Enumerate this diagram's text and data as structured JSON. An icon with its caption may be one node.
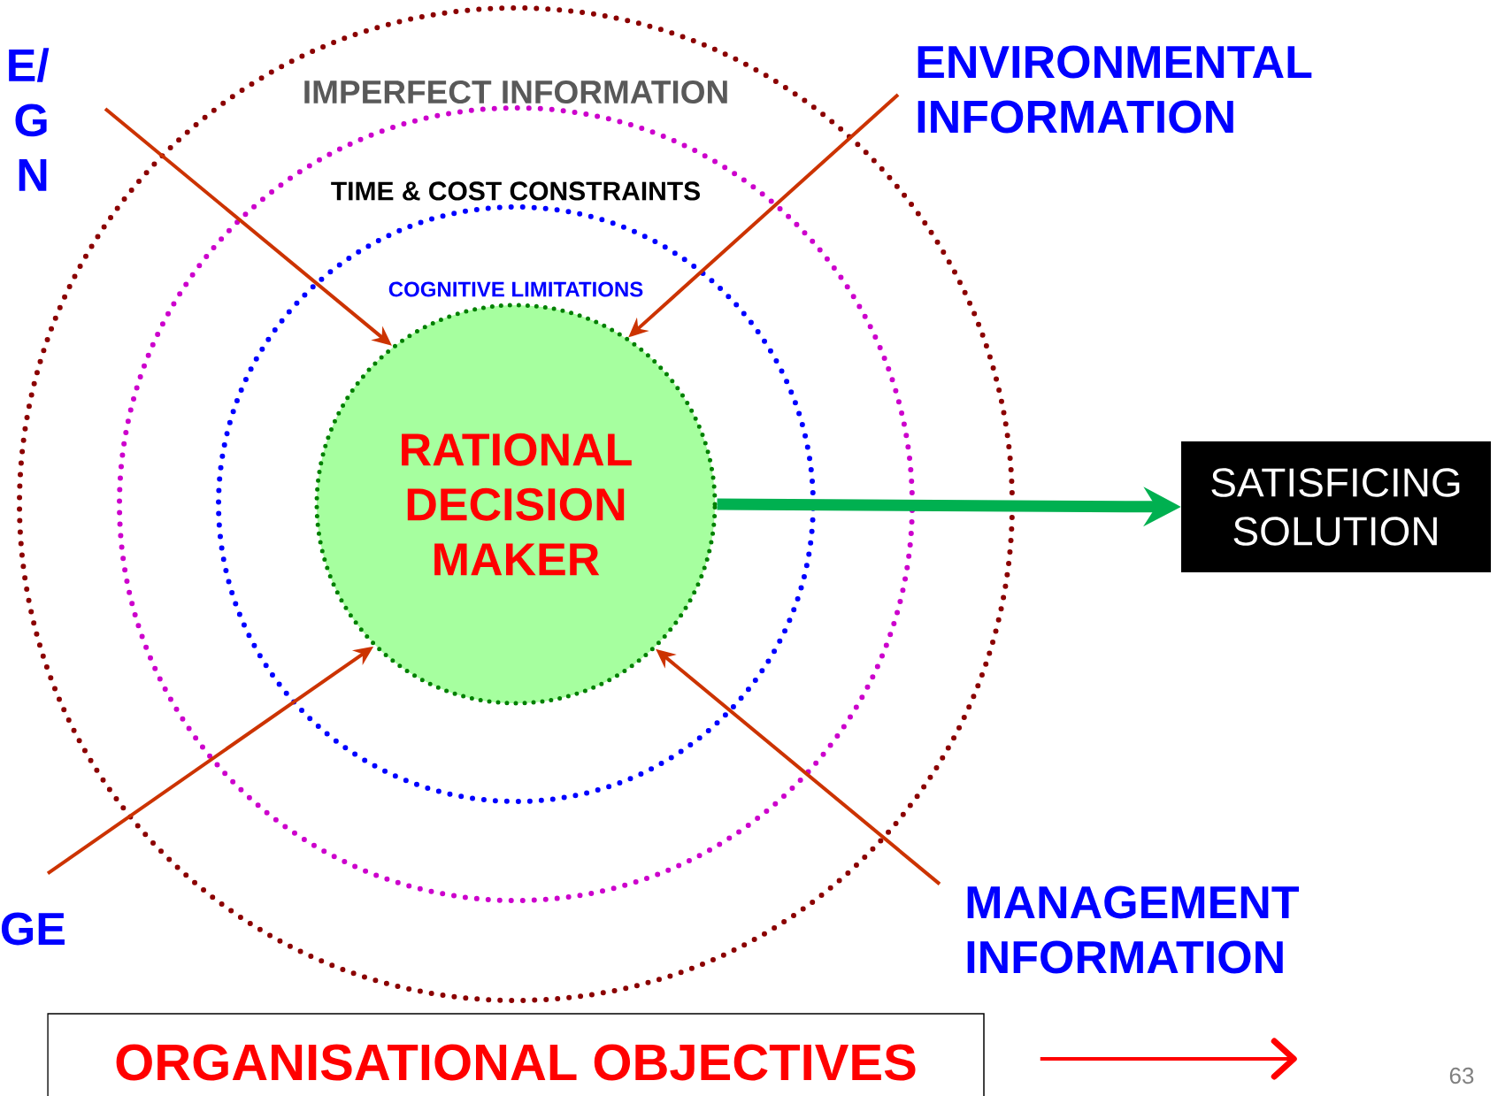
{
  "diagram": {
    "nodes": [
      {
        "text": [
          "IMPERFECT INFORMATION"
        ]
      },
      {
        "text": [
          "TIME & COST CONSTRAINTS"
        ],
        "in": 0
      },
      {
        "text": [
          "COGNITIVE LIMITATIONS"
        ],
        "in": 1
      },
      {
        "text": [
          "RATIONAL DECISION MAKER"
        ],
        "in": 2
      },
      {
        "text": [
          "SATISFICING SOLUTION"
        ]
      },
      {
        "text": [
          "E/ G N"
        ]
      },
      {
        "text": [
          "ENVIRONMENTAL INFORMATION"
        ]
      },
      {
        "text": [
          "GE"
        ]
      },
      {
        "text": [
          "MANAGEMENT INFORMATION"
        ]
      },
      {
        "text": [
          "ORGANISATIONAL OBJECTIVES"
        ]
      }
    ],
    "edges": [
      {
        "from": 5,
        "to": 3,
        "arrow": "to"
      },
      {
        "from": 6,
        "to": 3,
        "arrow": "to"
      },
      {
        "from": 7,
        "to": 3,
        "arrow": "to"
      },
      {
        "from": 8,
        "to": 3,
        "arrow": "to"
      },
      {
        "from": 3,
        "to": 4,
        "arrow": "to",
        "style": "thick",
        "color": "#00b050"
      },
      {
        "from": 9,
        "to": null,
        "arrow": "to",
        "color": "#ff0000"
      }
    ],
    "labels": [
      "63"
    ]
  }
}
